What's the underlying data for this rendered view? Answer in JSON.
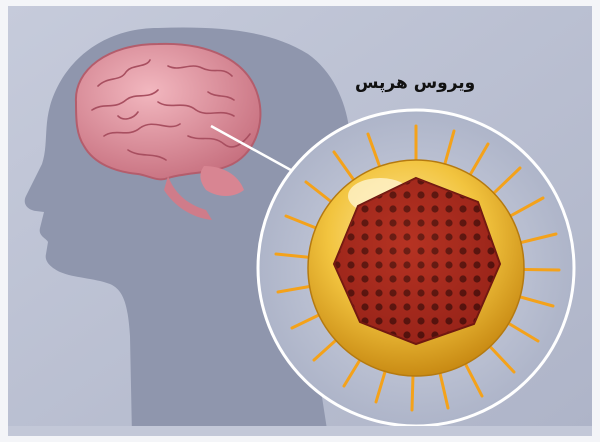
{
  "image": {
    "label": "ویروس هرپس",
    "subject": {
      "brain-icon": "brain",
      "head-silhouette-icon": "head",
      "virus-icon": "herpes virus particle"
    },
    "colors": {
      "background": "#b9bfd2",
      "silhouette": "#8f96ad",
      "brain": "#dd8f9c",
      "virus_shell": "#f0c341",
      "virus_core": "#a72a1f",
      "spikes": "#f4a21a",
      "circle_border": "#ffffff"
    }
  }
}
